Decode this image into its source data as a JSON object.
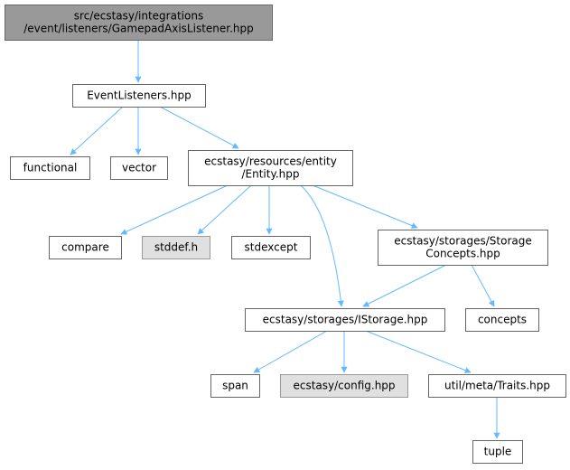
{
  "colors": {
    "background": "#ffffff",
    "root_fill": "#999999",
    "normal_fill": "#ffffff",
    "missing_fill": "#e0e0e0",
    "node_border": "#666666",
    "missing_border": "#999999",
    "edge": "#63b8ff"
  },
  "nodes": [
    {
      "id": "root",
      "lines": [
        "src/ecstasy/integrations",
        "/event/listeners/GamepadAxisListener.hpp"
      ],
      "style": "root"
    },
    {
      "id": "event_listeners",
      "lines": [
        "EventListeners.hpp"
      ],
      "style": "normal"
    },
    {
      "id": "functional",
      "lines": [
        "functional"
      ],
      "style": "normal"
    },
    {
      "id": "vector",
      "lines": [
        "vector"
      ],
      "style": "normal"
    },
    {
      "id": "entity",
      "lines": [
        "ecstasy/resources/entity",
        "/Entity.hpp"
      ],
      "style": "normal"
    },
    {
      "id": "compare",
      "lines": [
        "compare"
      ],
      "style": "normal"
    },
    {
      "id": "stddef",
      "lines": [
        "stddef.h"
      ],
      "style": "missing"
    },
    {
      "id": "stdexcept",
      "lines": [
        "stdexcept"
      ],
      "style": "normal"
    },
    {
      "id": "storage_concepts",
      "lines": [
        "ecstasy/storages/Storage",
        "Concepts.hpp"
      ],
      "style": "normal"
    },
    {
      "id": "istorage",
      "lines": [
        "ecstasy/storages/IStorage.hpp"
      ],
      "style": "normal"
    },
    {
      "id": "concepts",
      "lines": [
        "concepts"
      ],
      "style": "normal"
    },
    {
      "id": "span",
      "lines": [
        "span"
      ],
      "style": "normal"
    },
    {
      "id": "config",
      "lines": [
        "ecstasy/config.hpp"
      ],
      "style": "missing"
    },
    {
      "id": "traits",
      "lines": [
        "util/meta/Traits.hpp"
      ],
      "style": "normal"
    },
    {
      "id": "tuple",
      "lines": [
        "tuple"
      ],
      "style": "normal"
    }
  ],
  "edges": [
    {
      "from": "root",
      "to": "event_listeners"
    },
    {
      "from": "event_listeners",
      "to": "functional"
    },
    {
      "from": "event_listeners",
      "to": "vector"
    },
    {
      "from": "event_listeners",
      "to": "entity"
    },
    {
      "from": "entity",
      "to": "compare"
    },
    {
      "from": "entity",
      "to": "stddef"
    },
    {
      "from": "entity",
      "to": "stdexcept"
    },
    {
      "from": "entity",
      "to": "istorage"
    },
    {
      "from": "entity",
      "to": "storage_concepts"
    },
    {
      "from": "storage_concepts",
      "to": "istorage"
    },
    {
      "from": "storage_concepts",
      "to": "concepts"
    },
    {
      "from": "istorage",
      "to": "span"
    },
    {
      "from": "istorage",
      "to": "config"
    },
    {
      "from": "istorage",
      "to": "traits"
    },
    {
      "from": "traits",
      "to": "tuple"
    }
  ]
}
